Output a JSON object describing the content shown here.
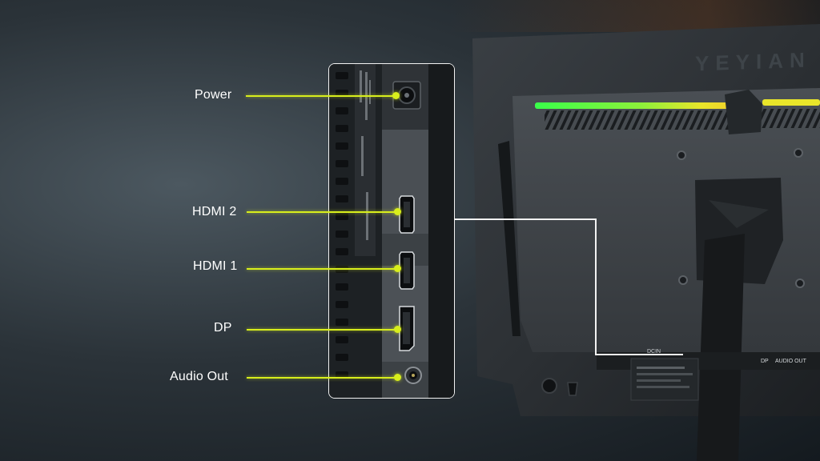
{
  "ports": [
    {
      "label": "Power"
    },
    {
      "label": "HDMI 2"
    },
    {
      "label": "HDMI 1"
    },
    {
      "label": "DP"
    },
    {
      "label": "Audio Out"
    }
  ],
  "monitor": {
    "brand": "YEYIAN",
    "rear_port_labels": [
      "DCIN",
      "DP",
      "AUDIO OUT"
    ]
  },
  "colors": {
    "leader_line": "#d8ee1c",
    "highlight_box": "#f2f2f2",
    "led_green": "#39ff4a",
    "led_yellow": "#e9e52a"
  }
}
